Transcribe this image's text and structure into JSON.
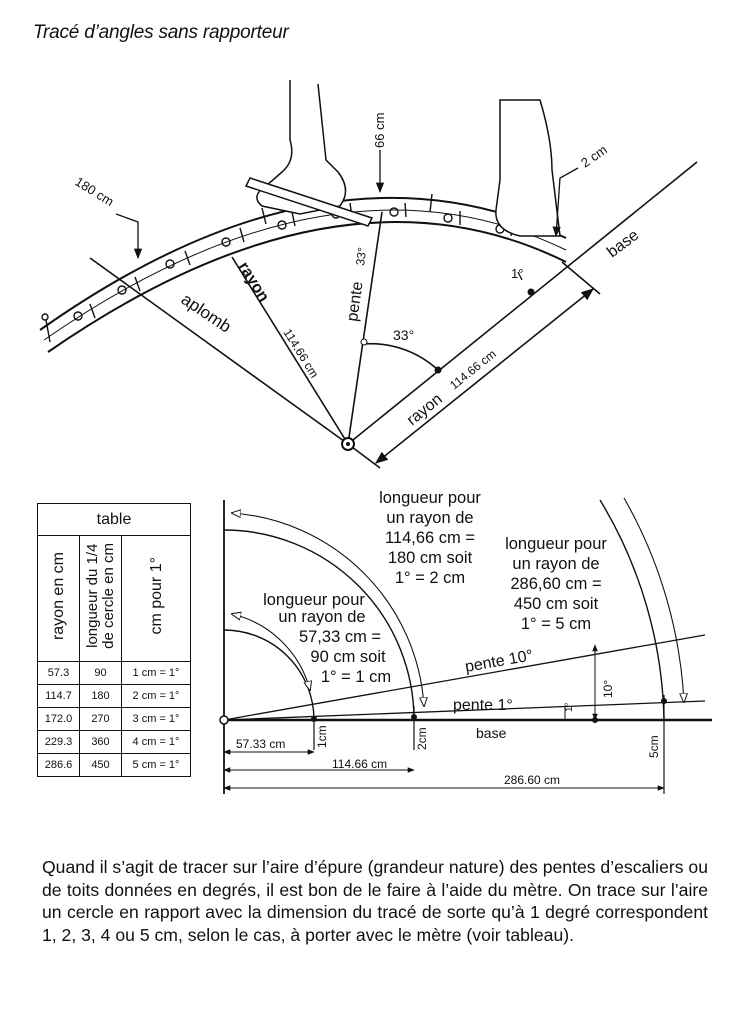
{
  "title": "Tracé d’angles sans rapporteur",
  "top_figure": {
    "label_180": "180 cm",
    "label_66": "66 cm",
    "label_2": "2 cm",
    "label_base": "base",
    "label_1deg": "1°",
    "label_aplomb": "aplomb",
    "label_rayon_left_word": "rayon",
    "label_rayon_left_val": "114.66 cm",
    "label_pente": "pente",
    "label_33_vert": "33°",
    "label_33": "33°",
    "label_rayon_right_word": "rayon",
    "label_rayon_right_val": "114.66 cm"
  },
  "table": {
    "title": "table",
    "headers": [
      "rayon en cm",
      "longueur du 1/4\nde cercle en cm",
      "cm pour 1°"
    ],
    "rows": [
      [
        "57.3",
        "90",
        "1 cm = 1°"
      ],
      [
        "114.7",
        "180",
        "2 cm = 1°"
      ],
      [
        "172.0",
        "270",
        "3 cm = 1°"
      ],
      [
        "229.3",
        "360",
        "4 cm = 1°"
      ],
      [
        "286.6",
        "450",
        "5 cm = 1°"
      ]
    ]
  },
  "diagram": {
    "block_180": [
      "longueur pour",
      "un rayon de",
      "114,66 cm =",
      "180 cm soit",
      "1° = 2 cm"
    ],
    "block_450": [
      "longueur pour",
      "un rayon de",
      "286,60 cm =",
      "450 cm soit",
      "1° = 5 cm"
    ],
    "block_90": [
      "longueur pour",
      "un rayon de",
      "57,33 cm =",
      "90 cm soit",
      "1° = 1 cm"
    ],
    "pente10": "pente 10°",
    "pente1": "pente 1°",
    "base": "base",
    "deg10": "10°",
    "deg1": "1°",
    "cm1": "1cm",
    "cm2": "2cm",
    "cm5": "5cm",
    "dim1": "57.33 cm",
    "dim2": "114.66 cm",
    "dim3": "286.60 cm"
  },
  "body_text": "Quand il s’agit de tracer sur l’aire d’épure (grandeur nature) des pentes d’escaliers ou de toits données en degrés, il est bon de le faire à l’aide du mètre. On trace sur l’aire un cercle en rapport avec la dimension du tracé de sorte qu’à 1 degré correspondent 1, 2, 3, 4 ou 5 cm, selon le cas, à porter avec le mètre (voir tableau)."
}
